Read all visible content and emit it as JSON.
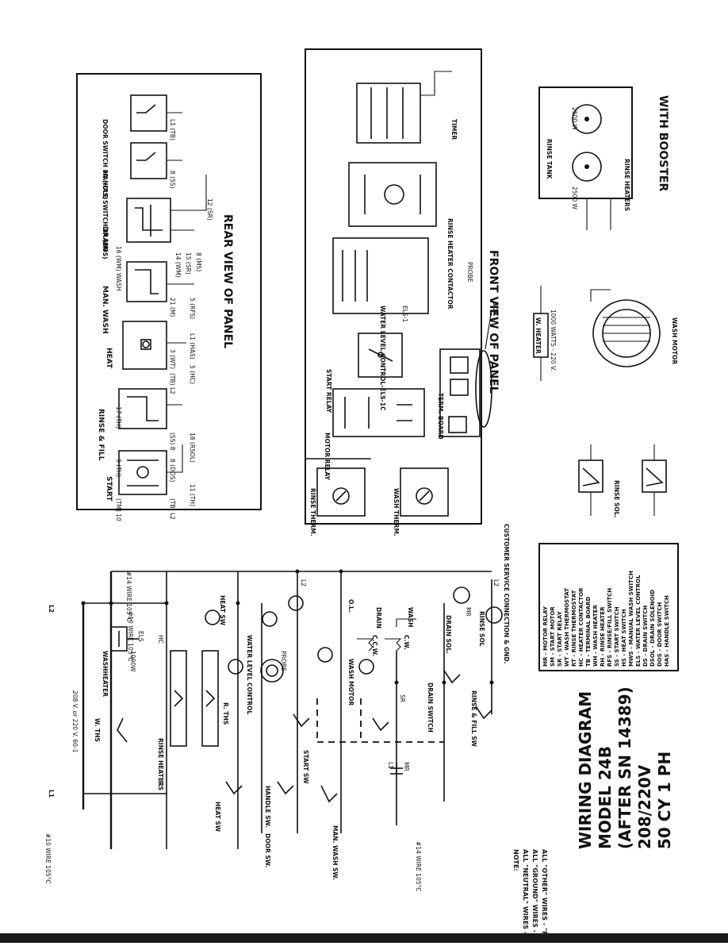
{
  "title": {
    "line1": "WIRING DIAGRAM",
    "line2": "MODEL 24B",
    "line3": "(AFTER SN 14389)",
    "line4": "208/220V",
    "line5": "50 CY 1 PH"
  },
  "note": {
    "heading": "NOTE:",
    "line1": "ALL \"NEUTRAL\" WIRES - \"WHITE\"",
    "line2": "ALL \"GROUND\" WIRES - \"GREEN\"",
    "line3": "ALL \"OTHER\" WIRES - \"RED\""
  },
  "panels": {
    "rear": "REAR VIEW OF PANEL",
    "front": "FRONT VIEW OF PANEL",
    "booster": "WITH BOOSTER"
  },
  "rear_components": {
    "start": "START",
    "rinse_fill": "RINSE & FILL",
    "heat": "HEAT",
    "man_wash": "MAN. WASH",
    "drain": "DRAIN",
    "handle_switch": "HANDLE SWITCH 8A (DOS)",
    "door_switch": "DOOR SWITCH 8A (HAS)"
  },
  "rear_terminals": {
    "t1": "(TM) 10",
    "t2": "9 (TH)",
    "t3": "(TB) L2",
    "t4": "8 (DOS)",
    "t5": "11 (TH)",
    "t6": "17 (TH)",
    "t7": "(SS) 8",
    "t8": "18 (RSOL)",
    "t9": "(TB) L2",
    "t10": "3 (WT)",
    "t11": "5 (HC)",
    "t12": "L1 (HAS)",
    "t13": "21 (M)",
    "t14": "5 (RFS)",
    "t15": "16 (WM) WASH",
    "t16": "14 (WM)",
    "t17": "15 (SR)",
    "t18": "8 (MS)",
    "t19": "12 (SR)",
    "t20": "8 (SS)",
    "t21": "L1 (TB)"
  },
  "front_components": {
    "rinse_therm": "RINSE THERM.",
    "wash_therm": "WASH THERM.",
    "motor_relay": "MOTOR RELAY",
    "start_relay": "START RELAY",
    "water_level": "WATER LEVEL CONTROL-ELS-1C",
    "els": "ELS-1",
    "rinse_heater_contactor": "RINSE HEATER CONTACTOR",
    "timer": "TIMER",
    "term_board": "TERM. BOARD",
    "box": "BOX",
    "customer": "CUSTOMER SERVICE CONNECTION & GND.",
    "probe": "PROBE",
    "rinse_tank": "RINSE TANK",
    "rinse_heaters": "RINSE HEATERS",
    "w2500a": "2500 W",
    "w2500b": "2500 W",
    "w_heater": "W. HEATER",
    "w_heater_rating": "1000 WATTS - 220 V.",
    "wash_motor": "WASH MOTOR",
    "rinse_sol": "RINSE SOL.",
    "drain_sol_front": "DRAIN SOL."
  },
  "legend": [
    "MR - MOTOR RELAY",
    "SM - START MOTOR",
    "SR - START RELAY",
    "WT - WASH THERMOSTAT",
    "RT - RINSE THERMOSTAT",
    "HC - HEATER CONTACTOR",
    "TB - TERMINAL BOARD",
    "WH - WASH HEATER",
    "RH - RINSE HEATER",
    "RFS - RINSE/FILL SWITCH",
    "SS - START SWITCH",
    "HS - HEAT SWITCH",
    "MWS - MANUAL WASH SWITCH",
    "ELS - WATER LEVEL CONTROL",
    "DS - DRAIN SWITCH",
    "DSOL - DRAIN SOLENOID",
    "DOS - DOOR SWITCH",
    "HAS - HANDLE SWITCH"
  ],
  "schematic": {
    "L1": "L1",
    "L2": "L2",
    "wire10": "#10 WIRE 105°C",
    "wire14": "#14 WIRE 105°C",
    "supply": "208 V. or 220 V. 60-1",
    "w_ths": "W. THS",
    "washheater": "WASHHEATER",
    "w1000": "1000W",
    "els": "ELS",
    "rinse_heaters": "RINSE HEATERS",
    "hc": "HC",
    "r_ths": "R. THS",
    "heat_sw": "HEAT SW",
    "water_level_control": "WATER LEVEL CONTROL",
    "probe": "PROBE",
    "door_sw": "DOOR SW.",
    "handle_sw": "HANDLE SW.",
    "start_sw": "START SW",
    "man_wash_sw": "MAN. WASH SW.",
    "wash_motor": "WASH MOTOR",
    "ol": "O.L.",
    "ccw": "C.C.W.",
    "cw": "C.W.",
    "drain": "DRAIN",
    "wash": "WASH",
    "drain_switch": "DRAIN SWITCH",
    "drain_sol": "DRAIN SOL.",
    "rinse_fill_sw": "RINSE & FILL SW",
    "rinse_sol": "RINSE SOL",
    "mr": "MR",
    "sr": "SR"
  }
}
